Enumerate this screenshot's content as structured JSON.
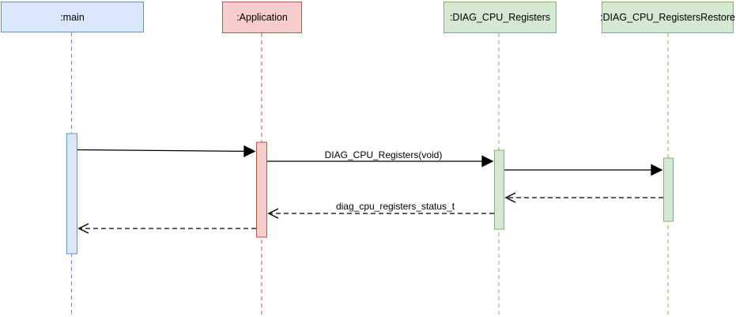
{
  "diagram": {
    "type": "uml-sequence-diagram",
    "actors": [
      {
        "label": ":main",
        "fill": "#dae8fc",
        "stroke": "#6c8ebf"
      },
      {
        "label": ":Application",
        "fill": "#f8cecc",
        "stroke": "#b85450"
      },
      {
        "label": ":DIAG_CPU_Registers",
        "fill": "#d5e8d4",
        "stroke": "#82b366"
      },
      {
        "label": ":DIAG_CPU_RegistersRestore",
        "fill": "#d5e8d4",
        "stroke": "#82b366"
      }
    ],
    "messages": [
      {
        "from": ":main",
        "to": ":Application",
        "label": "",
        "kind": "call"
      },
      {
        "from": ":Application",
        "to": ":DIAG_CPU_Registers",
        "label": "DIAG_CPU_Registers(void)",
        "kind": "call"
      },
      {
        "from": ":DIAG_CPU_Registers",
        "to": ":DIAG_CPU_RegistersRestore",
        "label": "",
        "kind": "call"
      },
      {
        "from": ":DIAG_CPU_RegistersRestore",
        "to": ":DIAG_CPU_Registers",
        "label": "",
        "kind": "return"
      },
      {
        "from": ":DIAG_CPU_Registers",
        "to": ":Application",
        "label": "diag_cpu_registers_status_t",
        "kind": "return"
      },
      {
        "from": ":Application",
        "to": ":main",
        "label": "",
        "kind": "return"
      }
    ],
    "colors": {
      "main-fill": "#dae8fc",
      "main-stroke": "#6c8ebf",
      "application-fill": "#f8cecc",
      "application-stroke": "#b85450",
      "diag-fill": "#d5e8d4",
      "diag-stroke": "#82b366",
      "arrow-color": "#000000",
      "background": "#ffffff"
    }
  }
}
